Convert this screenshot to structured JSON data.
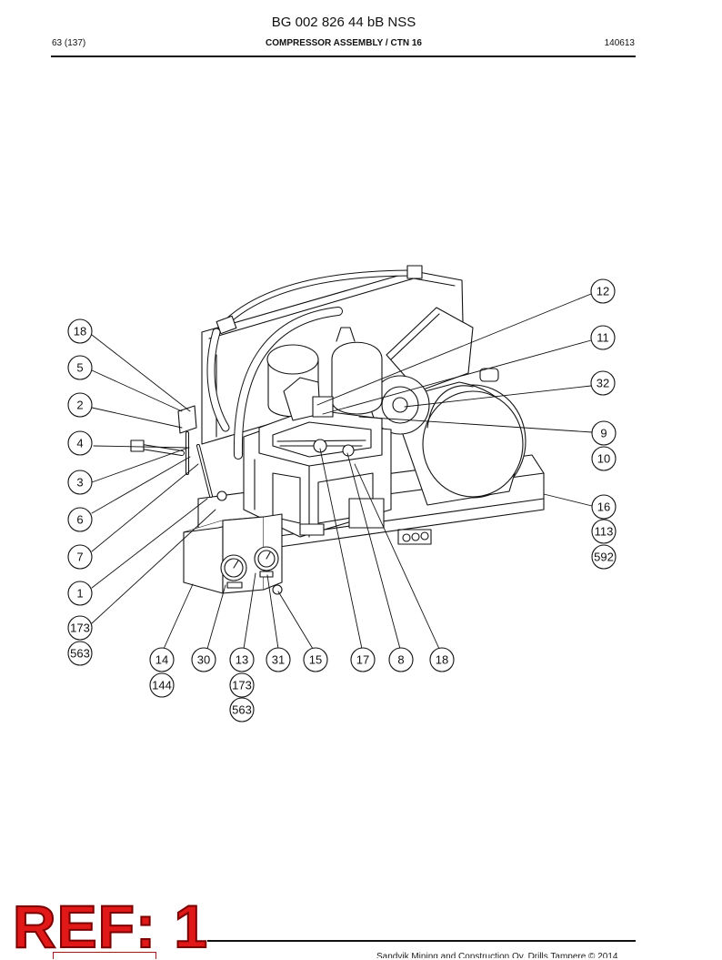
{
  "header": {
    "doc_title": "BG 002 826 44 bB NSS",
    "page": "63 (137)",
    "section": "COMPRESSOR ASSEMBLY / CTN 16",
    "date": "140613"
  },
  "callouts": {
    "n18a": "18",
    "n5": "5",
    "n2": "2",
    "n4": "4",
    "n3": "3",
    "n6": "6",
    "n7": "7",
    "n1": "1",
    "n173a": "173",
    "n563a": "563",
    "n14": "14",
    "n144": "144",
    "n30": "30",
    "n13": "13",
    "n173b": "173",
    "n563b": "563",
    "n31": "31",
    "n15": "15",
    "n17": "17",
    "n8": "8",
    "n18b": "18",
    "n12": "12",
    "n11": "11",
    "n32": "32",
    "n9": "9",
    "n10": "10",
    "n16": "16",
    "n113": "113",
    "n592": "592"
  },
  "stamp": {
    "text": "REF: 1"
  },
  "footer": {
    "copyright": "Sandvik Mining and Construction Oy, Drills Tampere © 2014"
  },
  "colors": {
    "stamp": "#e01818",
    "line": "#111111"
  }
}
